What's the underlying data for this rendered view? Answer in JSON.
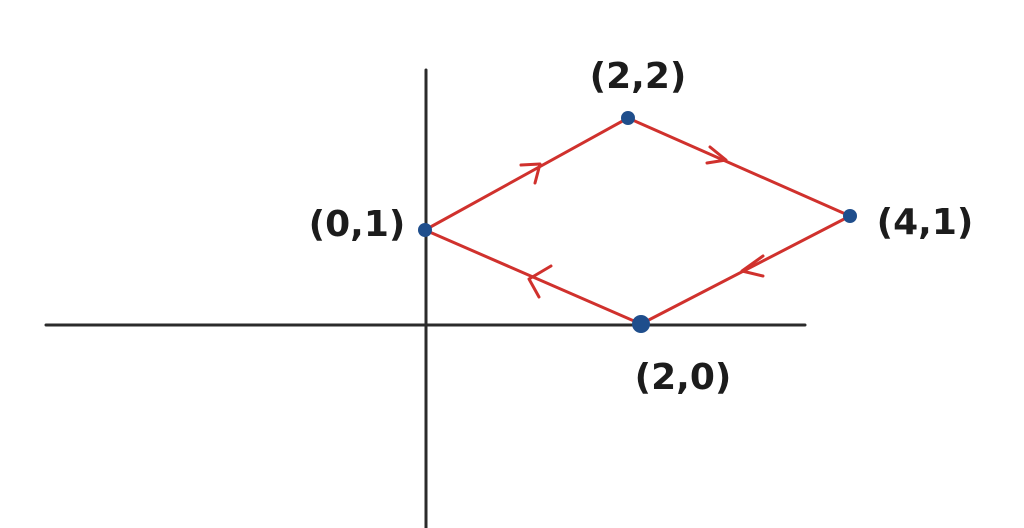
{
  "colors": {
    "axis": "#2b2b2b",
    "edge": "#d0312d",
    "point": "#1f4e8c",
    "label": "#1c1c1c"
  },
  "points": [
    {
      "id": "p01",
      "label": "(0,1)"
    },
    {
      "id": "p22",
      "label": "(2,2)"
    },
    {
      "id": "p41",
      "label": "(4,1)"
    },
    {
      "id": "p20",
      "label": "(2,0)"
    }
  ],
  "edges": [
    {
      "from": "(0,1)",
      "to": "(2,2)"
    },
    {
      "from": "(2,2)",
      "to": "(4,1)"
    },
    {
      "from": "(4,1)",
      "to": "(2,0)"
    },
    {
      "from": "(2,0)",
      "to": "(0,1)"
    }
  ]
}
